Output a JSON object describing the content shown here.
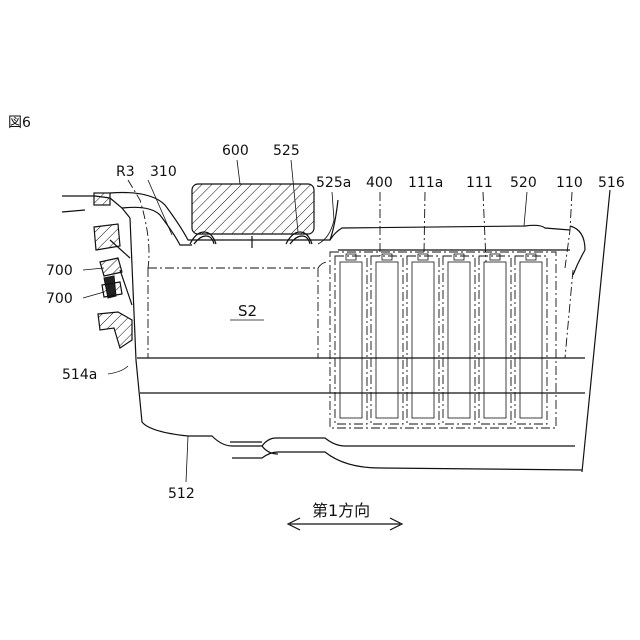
{
  "figure": {
    "label": "図6"
  },
  "labels": {
    "l600": "600",
    "l525": "525",
    "l525a": "525a",
    "l400": "400",
    "l111a": "111a",
    "l111": "111",
    "l520": "520",
    "l110": "110",
    "l516": "516",
    "lR3": "R3",
    "l310": "310",
    "l700a": "700",
    "l700b": "700",
    "l514a": "514a",
    "l512": "512",
    "lS2": "S2"
  },
  "direction": {
    "label": "第1方向"
  }
}
